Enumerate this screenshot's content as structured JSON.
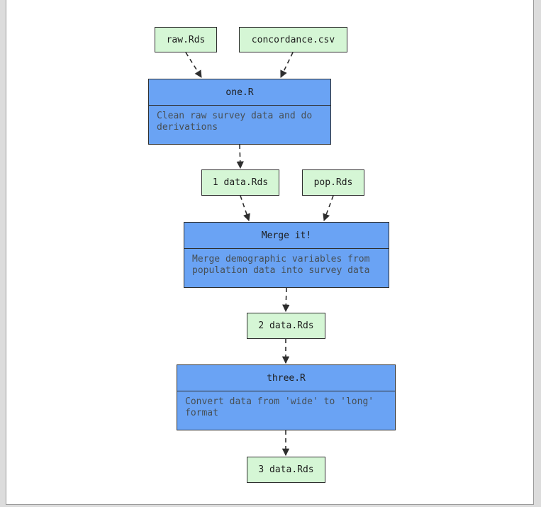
{
  "diagram": {
    "type": "flowchart-pipeline",
    "nodes": {
      "raw_rds": {
        "label": "raw.Rds",
        "type": "file"
      },
      "concordance_csv": {
        "label": "concordance.csv",
        "type": "file"
      },
      "one_r": {
        "title": "one.R",
        "description": "Clean raw survey data and do derivations",
        "type": "script"
      },
      "data1_rds": {
        "label": "1 data.Rds",
        "type": "file"
      },
      "pop_rds": {
        "label": "pop.Rds",
        "type": "file"
      },
      "merge_it": {
        "title": "Merge it!",
        "description": "Merge demographic variables from population data into survey data",
        "type": "script"
      },
      "data2_rds": {
        "label": "2 data.Rds",
        "type": "file"
      },
      "three_r": {
        "title": "three.R",
        "description": "Convert data from 'wide' to 'long' format",
        "type": "script"
      },
      "data3_rds": {
        "label": "3 data.Rds",
        "type": "file"
      }
    },
    "edges": [
      {
        "from": "raw_rds",
        "to": "one_r"
      },
      {
        "from": "concordance_csv",
        "to": "one_r"
      },
      {
        "from": "one_r",
        "to": "data1_rds"
      },
      {
        "from": "data1_rds",
        "to": "merge_it"
      },
      {
        "from": "pop_rds",
        "to": "merge_it"
      },
      {
        "from": "merge_it",
        "to": "data2_rds"
      },
      {
        "from": "data2_rds",
        "to": "three_r"
      },
      {
        "from": "three_r",
        "to": "data3_rds"
      }
    ],
    "colors": {
      "file_fill": "#d5f6d5",
      "script_fill": "#6aa3f4",
      "node_border": "#2e2e2e",
      "edge_stroke": "#2e2e2e",
      "description_text": "#474f55",
      "page_background": "#ffffff",
      "outer_background": "#dcdcdc"
    }
  }
}
